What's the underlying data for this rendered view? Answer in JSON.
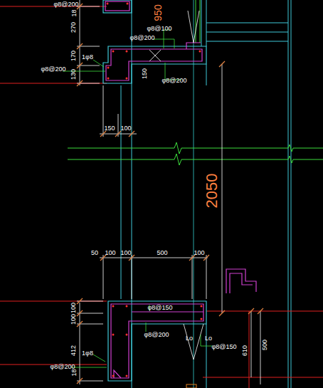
{
  "diagram": {
    "labels": [
      "φ8@200",
      "18",
      "950",
      "270",
      "φ8@100",
      "φ8@200",
      "170",
      "1φ8",
      "φ8@200",
      "130",
      "150",
      "φ8@200",
      "150",
      "100",
      "2050",
      "50",
      "100",
      "100",
      "500",
      "100",
      "100",
      "100",
      "φ8@150",
      "φ8@200",
      "Lo",
      "Lo",
      "φ8@150",
      "412",
      "610",
      "500",
      "1φ8",
      "φ8@200",
      "18"
    ]
  }
}
